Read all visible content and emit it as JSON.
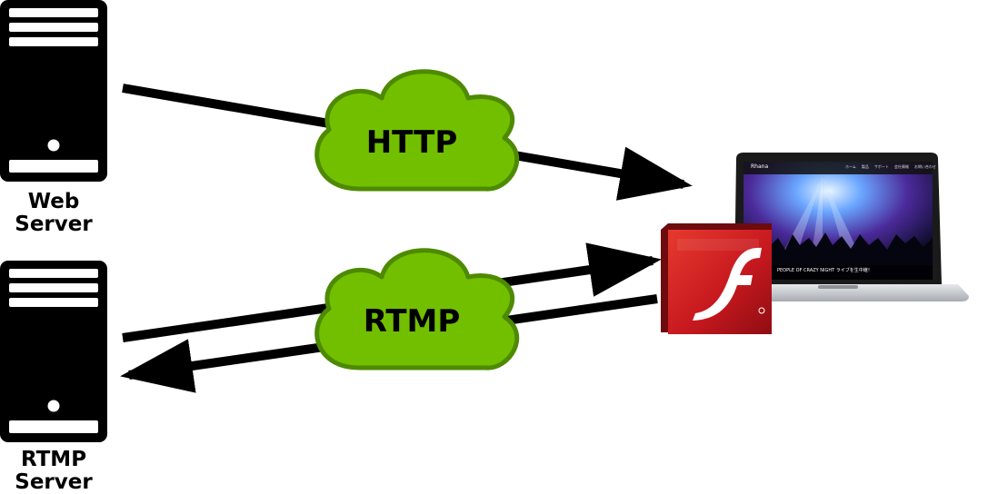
{
  "servers": [
    {
      "label_line1": "Web",
      "label_line2": "Server"
    },
    {
      "label_line1": "RTMP",
      "label_line2": "Server"
    }
  ],
  "protocols": [
    {
      "label": "HTTP"
    },
    {
      "label": "RTMP"
    }
  ],
  "laptop_screen": {
    "brand": "Rhana",
    "nav_items": [
      "ホーム",
      "製品",
      "サポート",
      "会社情報",
      "お問い合わせ"
    ],
    "caption": "PEOPLE OF CRAZY NIGHT ライブを生中継！"
  },
  "colors": {
    "cloud_fill": "#72bf00",
    "cloud_stroke": "#4d8a00",
    "flash_red": "#c8191f",
    "line": "#000000"
  },
  "icons": [
    "server-icon",
    "cloud-icon",
    "flash-player-icon",
    "laptop-icon"
  ]
}
